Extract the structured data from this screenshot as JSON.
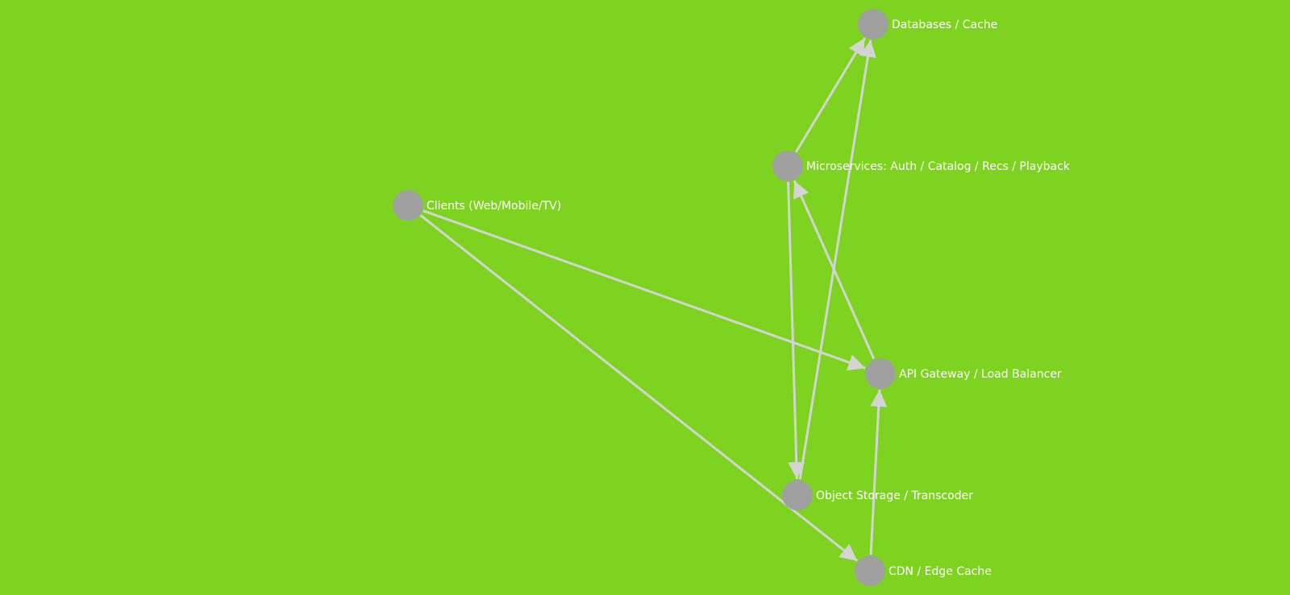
{
  "colors": {
    "background": "#7ed321",
    "node_fill": "#a0a0a0",
    "edge": "#d4d4d4",
    "label": "#ffffff"
  },
  "nodes": [
    {
      "id": "databases",
      "label": "Databases / Cache"
    },
    {
      "id": "microservices",
      "label": "Microservices: Auth / Catalog / Recs / Playback"
    },
    {
      "id": "clients",
      "label": "Clients (Web/Mobile/TV)"
    },
    {
      "id": "gateway",
      "label": "API Gateway / Load Balancer"
    },
    {
      "id": "storage",
      "label": "Object Storage / Transcoder"
    },
    {
      "id": "cdn",
      "label": "CDN / Edge Cache"
    }
  ],
  "edges": [
    {
      "from": "clients",
      "to": "gateway"
    },
    {
      "from": "clients",
      "to": "cdn"
    },
    {
      "from": "gateway",
      "to": "microservices"
    },
    {
      "from": "cdn",
      "to": "gateway"
    },
    {
      "from": "microservices",
      "to": "databases"
    },
    {
      "from": "microservices",
      "to": "storage"
    },
    {
      "from": "storage",
      "to": "databases"
    }
  ]
}
